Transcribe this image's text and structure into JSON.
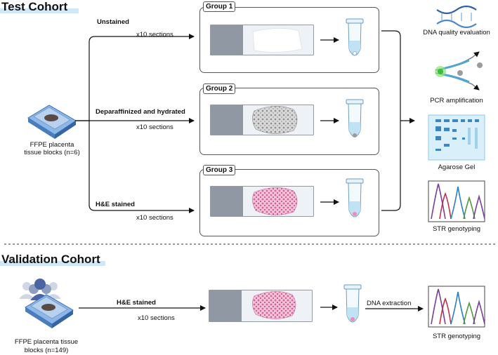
{
  "test_cohort": {
    "title": "Test Cohort",
    "block_label_line1": "FFPE placenta",
    "block_label_line2": "tissue blocks (n=6)",
    "groups": [
      {
        "name": "Group 1",
        "treatment": "Unstained",
        "sections": "x10 sections"
      },
      {
        "name": "Group 2",
        "treatment": "Deparaffinized and hydrated",
        "sections": "x10 sections"
      },
      {
        "name": "Group 3",
        "treatment": "H&E stained",
        "sections": "x10 sections"
      }
    ],
    "analyses": [
      {
        "label": "DNA quality evaluation",
        "icon": "dna-helix-icon"
      },
      {
        "label": "PCR amplification",
        "icon": "pcr-primer-icon"
      },
      {
        "label": "Agarose Gel",
        "icon": "agarose-gel-icon"
      },
      {
        "label": "STR genotyping",
        "icon": "str-peaks-icon"
      }
    ]
  },
  "validation_cohort": {
    "title": "Validation Cohort",
    "block_label_line1": "FFPE placenta tissue",
    "block_label_line2": "blocks (n=149)",
    "treatment": "H&E stained",
    "sections": "x10 sections",
    "step": "DNA extraction",
    "result": "STR genotyping"
  },
  "colors": {
    "cohort_highlight": "#cfe7f7",
    "block_blue": "#5b8fcf",
    "slide_gray": "#9aa3ad",
    "he_pink": "#e58cb4",
    "tube_liquid": "#bfe3f5",
    "peak_red": "#c0304a",
    "peak_blue": "#2a7fc2",
    "peak_green": "#4f9a3a",
    "peak_purple": "#7a3f9a"
  }
}
